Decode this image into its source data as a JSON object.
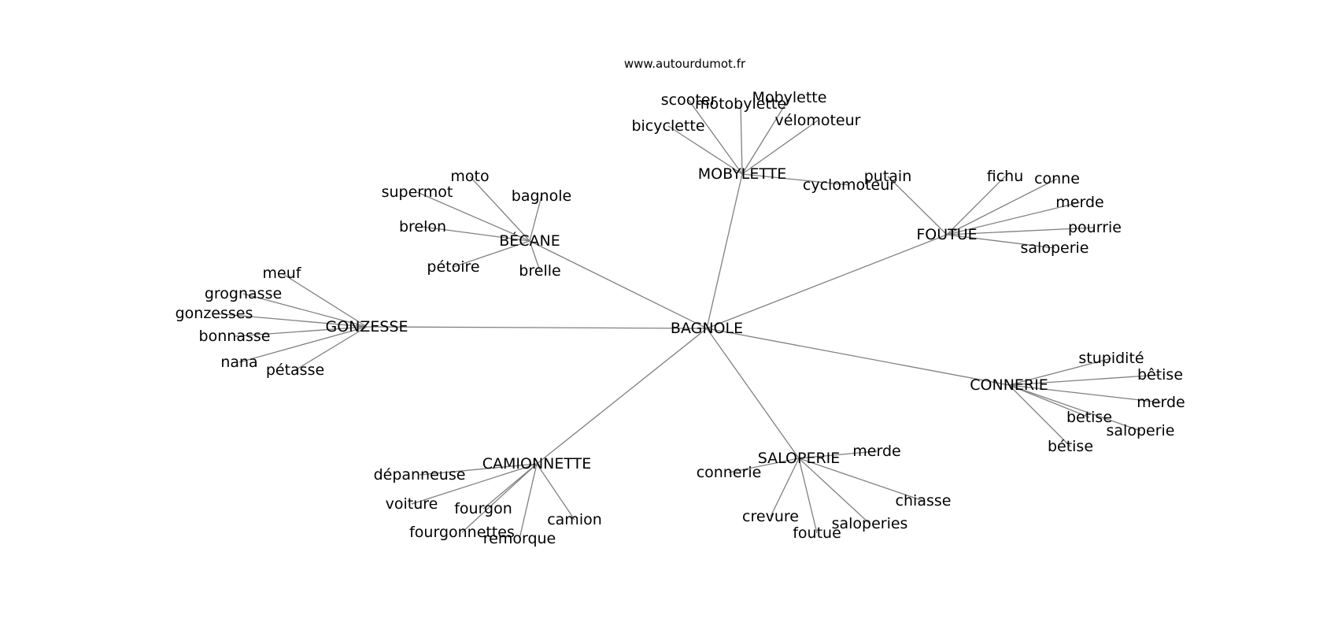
{
  "site": "www.autourdumot.fr",
  "graph": {
    "center": "BAGNOLE",
    "clusters": [
      {
        "hub": "MOBYLETTE",
        "leaves": [
          "bicyclette",
          "scooter",
          "motobylette",
          "Mobylette",
          "vélomoteur",
          "cyclomoteur"
        ]
      },
      {
        "hub": "BÉCANE",
        "leaves": [
          "moto",
          "supermot",
          "bagnole",
          "brelon",
          "pétoire",
          "brelle"
        ]
      },
      {
        "hub": "GONZESSE",
        "leaves": [
          "meuf",
          "grognasse",
          "gonzesses",
          "bonnasse",
          "nana",
          "pétasse"
        ]
      },
      {
        "hub": "FOUTUE",
        "leaves": [
          "putain",
          "fichu",
          "conne",
          "merde",
          "pourrie",
          "saloperie"
        ]
      },
      {
        "hub": "CONNERIE",
        "leaves": [
          "stupidité",
          "bêtise",
          "merde",
          "betise",
          "saloperie",
          "bétise"
        ]
      },
      {
        "hub": "SALOPERIE",
        "leaves": [
          "merde",
          "connerie",
          "chiasse",
          "crevure",
          "saloperies",
          "foutue"
        ]
      },
      {
        "hub": "CAMIONNETTE",
        "leaves": [
          "dépanneuse",
          "voiture",
          "fourgon",
          "camion",
          "fourgonnettes",
          "remorque"
        ]
      }
    ]
  },
  "colors": {
    "edge": "#808080",
    "text": "#000000",
    "background": "#ffffff"
  }
}
